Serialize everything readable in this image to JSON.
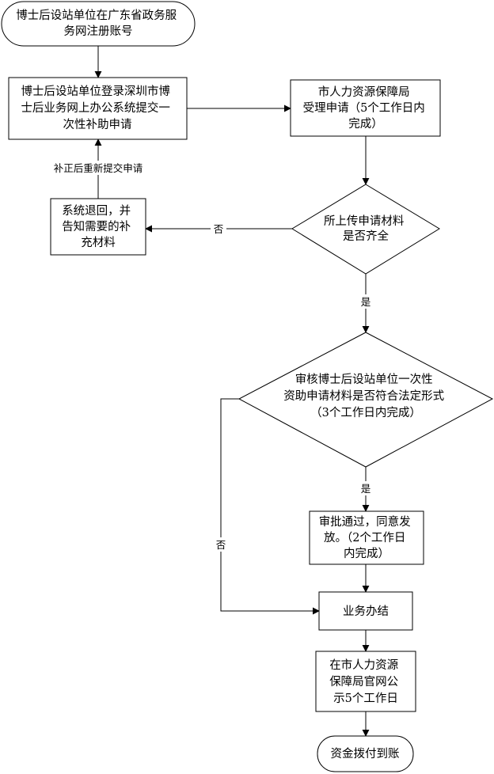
{
  "nodes": {
    "start": {
      "lines": [
        "博士后设站单位在广东省政务服",
        "务网注册账号"
      ]
    },
    "login": {
      "lines": [
        "博士后设站单位登录深圳市博",
        "士后业务网上办公系统提交一",
        "次性补助申请"
      ]
    },
    "accept": {
      "lines": [
        "市人力资源保障局",
        "受理申请（5个工作日内",
        "完成）"
      ]
    },
    "check_docs": {
      "lines": [
        "所上传申请材料",
        "是否齐全"
      ]
    },
    "return": {
      "lines": [
        "系统退回，并",
        "告知需要的补",
        "充材料"
      ]
    },
    "review": {
      "lines": [
        "审核博士后设站单位一次性",
        "资助申请材料是否符合法定形式",
        "（3个工作日内完成）"
      ]
    },
    "approve": {
      "lines": [
        "审批通过，同意发",
        "放。（2个工作日",
        "内完成）"
      ]
    },
    "complete": {
      "lines": [
        "业务办结"
      ]
    },
    "publicize": {
      "lines": [
        "在市人力资源",
        "保障局官网公",
        "示5个工作日"
      ]
    },
    "payment": {
      "lines": [
        "资金拨付到账"
      ]
    }
  },
  "edges": {
    "resubmit": "补正后重新提交申请",
    "docs_no": "否",
    "docs_yes": "是",
    "review_yes": "是",
    "review_no": "否"
  }
}
